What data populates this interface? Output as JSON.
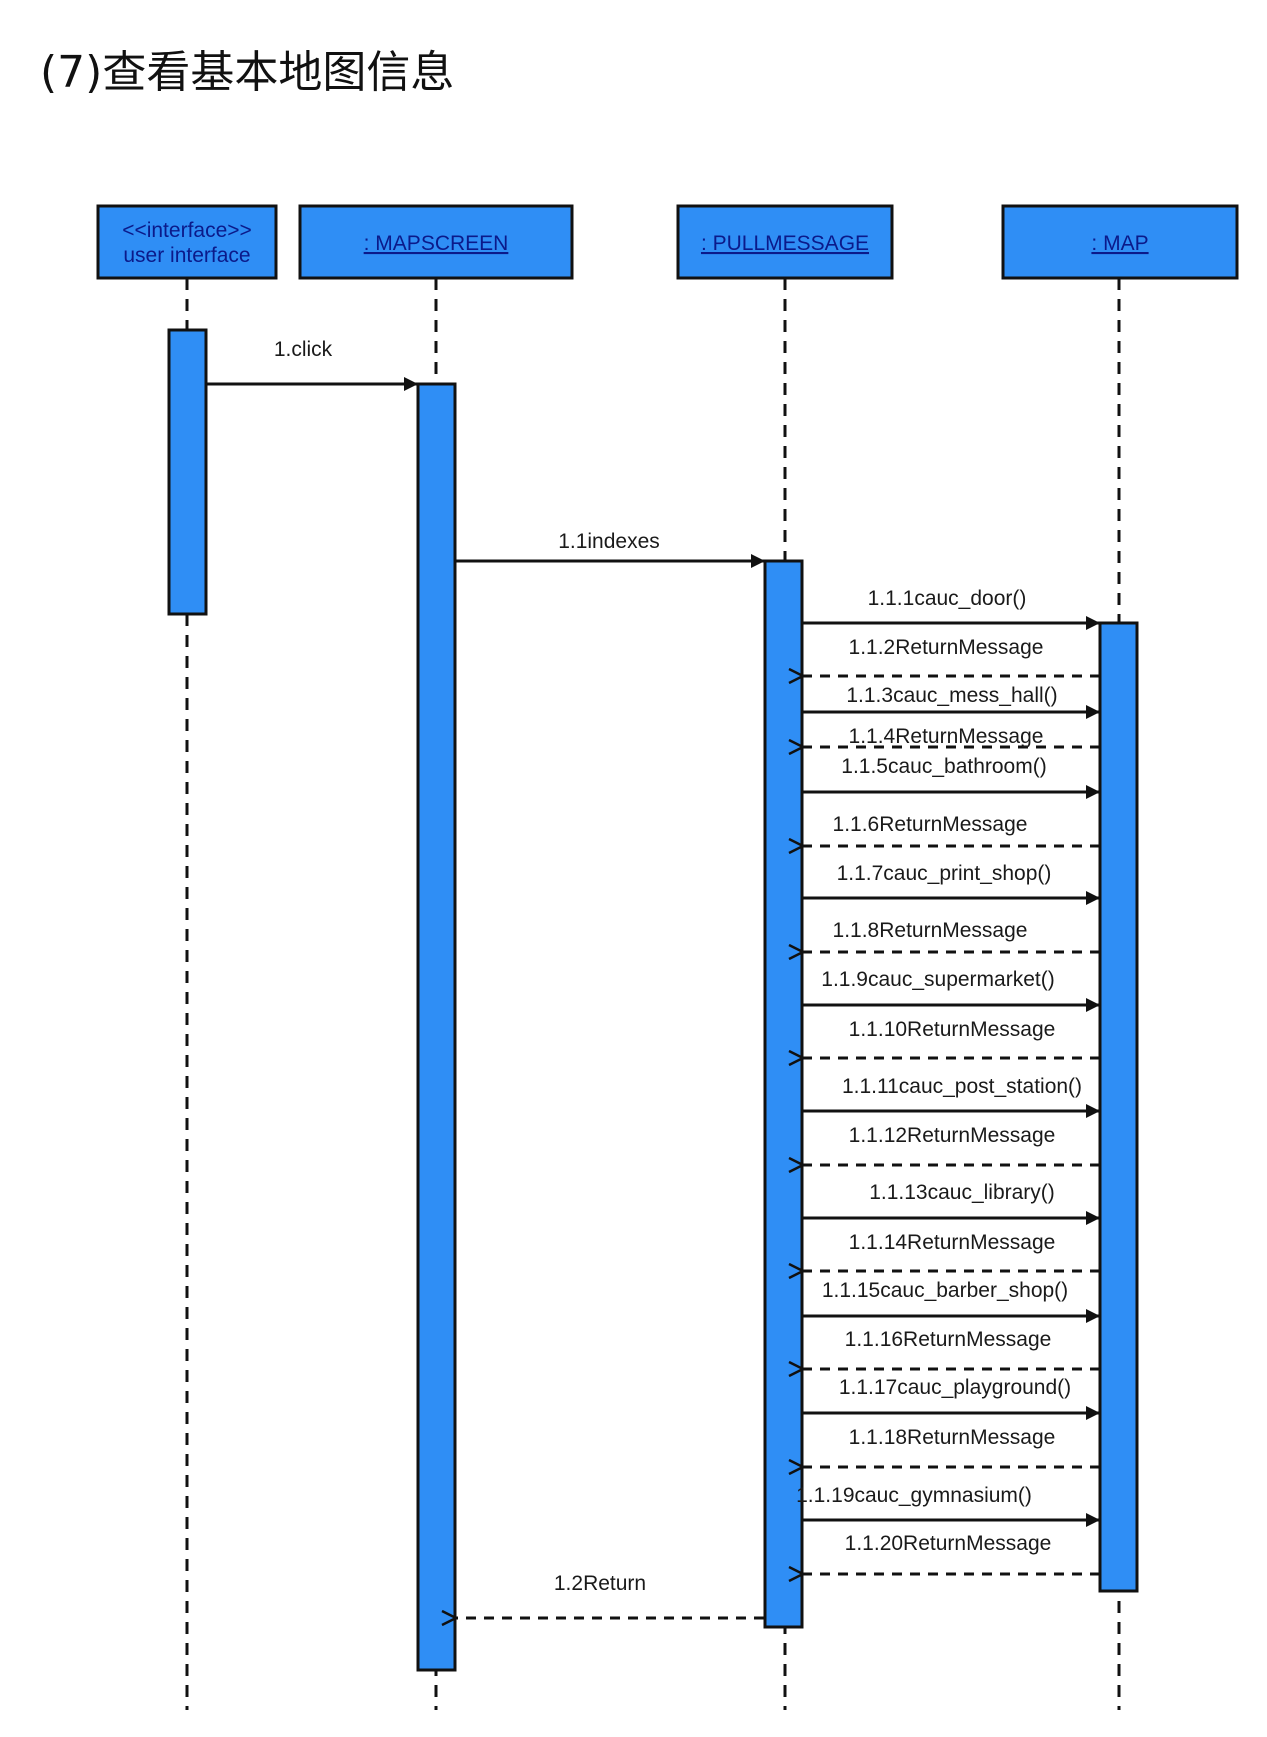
{
  "title": "(7)查看基本地图信息",
  "colors": {
    "box_fill": "#2f8ef5",
    "border": "#111111",
    "label": "#0b1a8a"
  },
  "participants": [
    {
      "id": "ui",
      "lines": [
        "<<interface>>",
        "user interface"
      ],
      "underline": false
    },
    {
      "id": "mapscreen",
      "lines": [
        ":  MAPSCREEN"
      ],
      "underline": true
    },
    {
      "id": "pullmessage",
      "lines": [
        ": PULLMESSAGE"
      ],
      "underline": true
    },
    {
      "id": "map",
      "lines": [
        ": MAP"
      ],
      "underline": true
    }
  ],
  "messages": [
    {
      "from": "ui",
      "to": "mapscreen",
      "label": "1.click",
      "type": "sync"
    },
    {
      "from": "mapscreen",
      "to": "pullmessage",
      "label": "1.1indexes",
      "type": "sync"
    },
    {
      "from": "pullmessage",
      "to": "map",
      "label": "1.1.1cauc_door()",
      "type": "sync"
    },
    {
      "from": "map",
      "to": "pullmessage",
      "label": "1.1.2ReturnMessage",
      "type": "return"
    },
    {
      "from": "pullmessage",
      "to": "map",
      "label": "1.1.3cauc_mess_hall()",
      "type": "sync"
    },
    {
      "from": "map",
      "to": "pullmessage",
      "label": "1.1.4ReturnMessage",
      "type": "return"
    },
    {
      "from": "pullmessage",
      "to": "map",
      "label": "1.1.5cauc_bathroom()",
      "type": "sync"
    },
    {
      "from": "map",
      "to": "pullmessage",
      "label": "1.1.6ReturnMessage",
      "type": "return"
    },
    {
      "from": "pullmessage",
      "to": "map",
      "label": "1.1.7cauc_print_shop()",
      "type": "sync"
    },
    {
      "from": "map",
      "to": "pullmessage",
      "label": "1.1.8ReturnMessage",
      "type": "return"
    },
    {
      "from": "pullmessage",
      "to": "map",
      "label": "1.1.9cauc_supermarket()",
      "type": "sync"
    },
    {
      "from": "map",
      "to": "pullmessage",
      "label": "1.1.10ReturnMessage",
      "type": "return"
    },
    {
      "from": "pullmessage",
      "to": "map",
      "label": "1.1.11cauc_post_station()",
      "type": "sync"
    },
    {
      "from": "map",
      "to": "pullmessage",
      "label": "1.1.12ReturnMessage",
      "type": "return"
    },
    {
      "from": "pullmessage",
      "to": "map",
      "label": "1.1.13cauc_library()",
      "type": "sync"
    },
    {
      "from": "map",
      "to": "pullmessage",
      "label": "1.1.14ReturnMessage",
      "type": "return"
    },
    {
      "from": "pullmessage",
      "to": "map",
      "label": "1.1.15cauc_barber_shop()",
      "type": "sync"
    },
    {
      "from": "map",
      "to": "pullmessage",
      "label": "1.1.16ReturnMessage",
      "type": "return"
    },
    {
      "from": "pullmessage",
      "to": "map",
      "label": "1.1.17cauc_playground()",
      "type": "sync"
    },
    {
      "from": "map",
      "to": "pullmessage",
      "label": "1.1.18ReturnMessage",
      "type": "return"
    },
    {
      "from": "pullmessage",
      "to": "map",
      "label": "1.1.19cauc_gymnasium()",
      "type": "sync"
    },
    {
      "from": "map",
      "to": "pullmessage",
      "label": "1.1.20ReturnMessage",
      "type": "return"
    },
    {
      "from": "pullmessage",
      "to": "mapscreen",
      "label": "1.2Return",
      "type": "return"
    }
  ]
}
